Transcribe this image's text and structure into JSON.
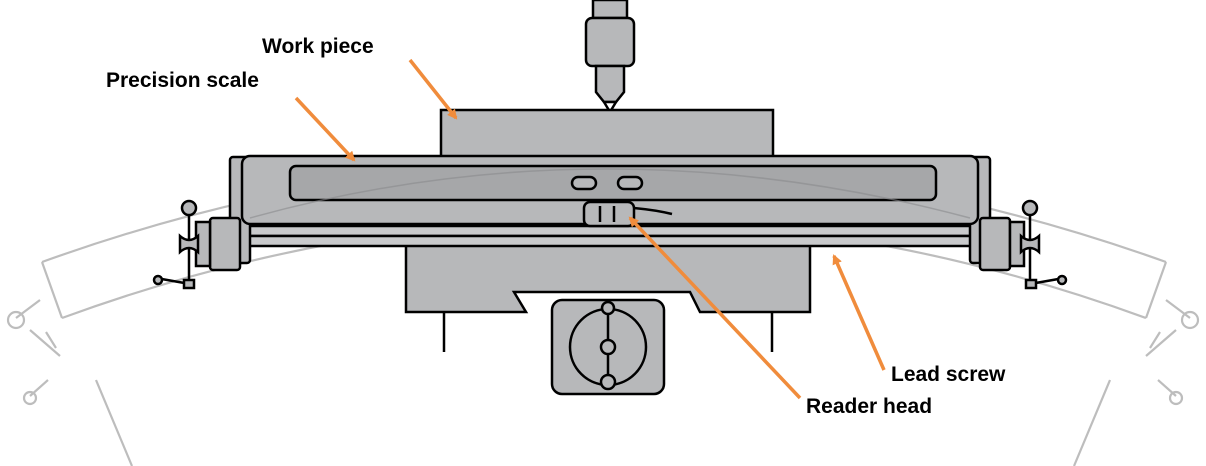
{
  "labels": {
    "work_piece": "Work piece",
    "precision_scale": "Precision scale",
    "lead_screw": "Lead screw",
    "reader_head": "Reader head"
  },
  "colors": {
    "arrow": "#f08c3c",
    "machine_fill": "#b7b8ba",
    "machine_dark": "#a6a7a9",
    "ghost_stroke": "#bdbdbd",
    "outline": "#000000"
  }
}
